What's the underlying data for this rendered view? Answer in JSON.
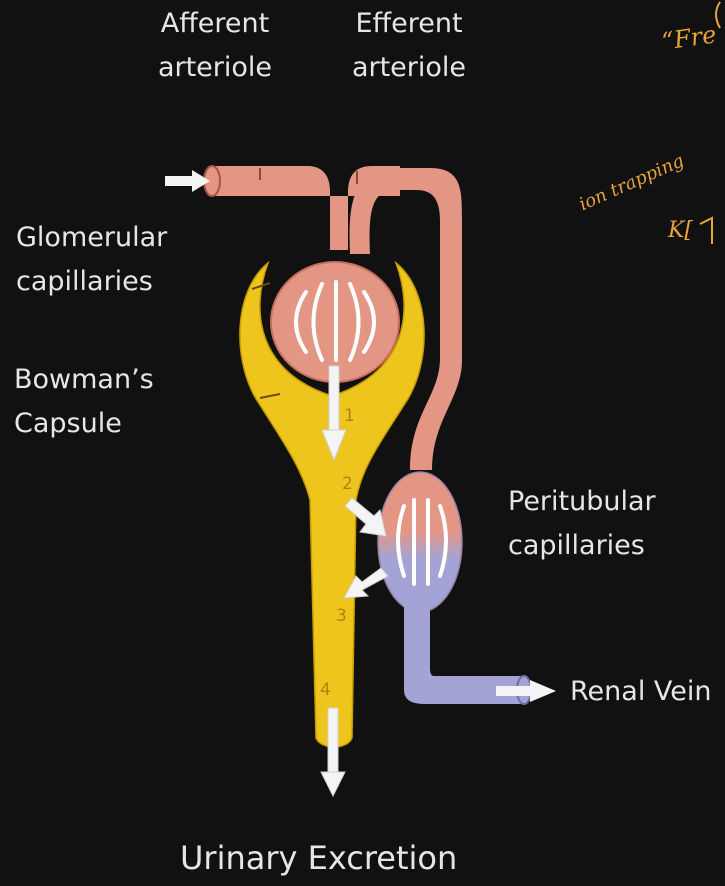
{
  "labels": {
    "afferent": [
      "Afferent",
      "arteriole"
    ],
    "efferent": [
      "Efferent",
      "arteriole"
    ],
    "glomerular": [
      "Glomerular",
      "capillaries"
    ],
    "bowmans": [
      "Bowman’s",
      "Capsule"
    ],
    "peritubular": [
      "Peritubular",
      "capillaries"
    ],
    "renal_vein": "Renal Vein",
    "urinary_excretion": "Urinary Excretion"
  },
  "step_numbers": [
    "1",
    "2",
    "3",
    "4"
  ],
  "handwriting": {
    "free": "“Fre",
    "ion_trapping": "ion trapping",
    "fragment": "K["
  },
  "colors": {
    "background": "#111111",
    "arterial": "#e49684",
    "arterial_dark": "#c96f60",
    "venous": "#a3a3d6",
    "capsule": "#eec51c",
    "capsule_dark": "#c79c00",
    "arrow": "#f4f4f4",
    "handwriting": "#e8a33a"
  }
}
